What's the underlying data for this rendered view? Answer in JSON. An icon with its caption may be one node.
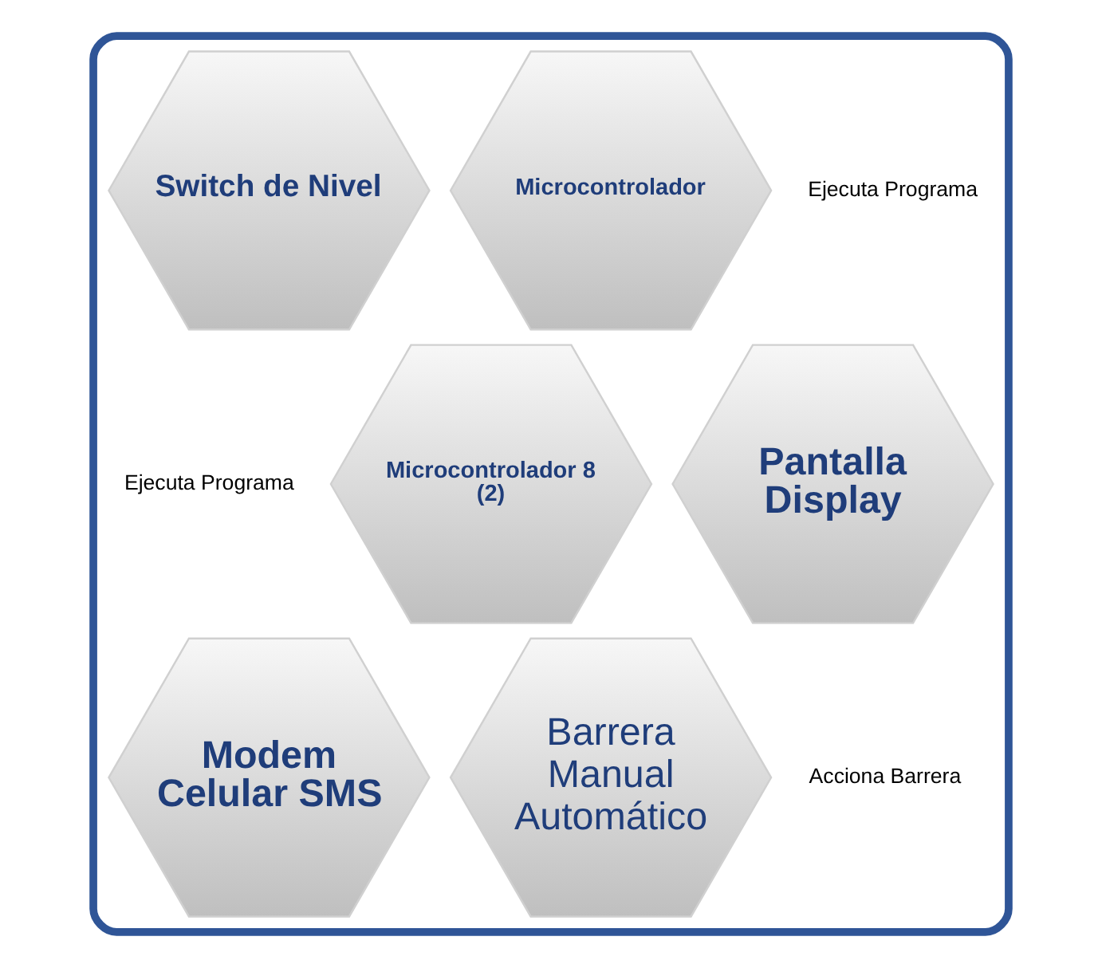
{
  "diagram": {
    "nodes": [
      {
        "text": [],
        "shape": "box"
      },
      {
        "text": [
          "Switch de Nivel"
        ],
        "in": 0
      },
      {
        "text": [
          "Microcontrolador"
        ],
        "in": 0
      },
      {
        "text": [
          "Microcontrolador 8 (2)"
        ],
        "in": 0
      },
      {
        "text": [
          "Pantalla Display"
        ],
        "in": 0
      },
      {
        "text": [
          "Modem Celular SMS"
        ],
        "in": 0
      },
      {
        "text": [
          "Barrera Manual Automático"
        ],
        "in": 0
      }
    ],
    "edges": [],
    "labels": [
      "Ejecuta Programa",
      "Ejecuta Programa",
      "Acciona Barrera"
    ]
  }
}
